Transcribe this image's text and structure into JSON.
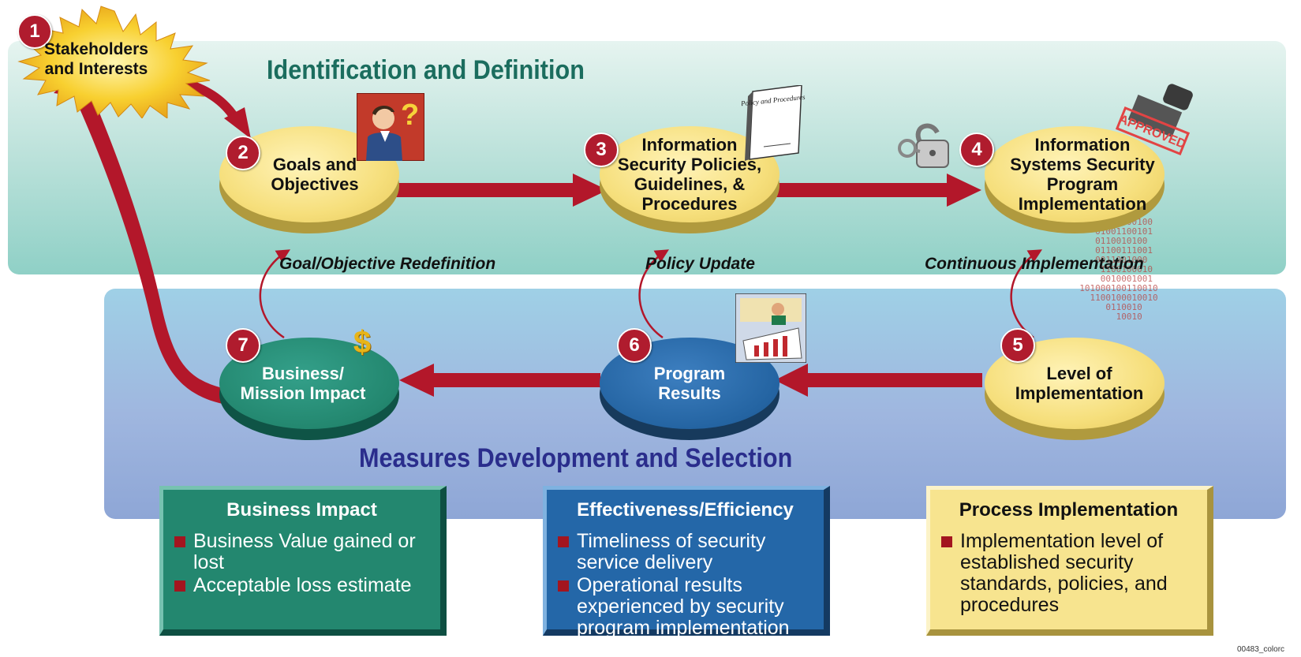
{
  "bands": {
    "top_title": "Identification and Definition",
    "bottom_title": "Measures Development and Selection"
  },
  "stakeholders": {
    "number": "1",
    "label": "Stakeholders and Interests"
  },
  "nodes": [
    {
      "number": "2",
      "label": "Goals and Objectives"
    },
    {
      "number": "3",
      "label": "Information Security Policies, Guidelines, & Procedures"
    },
    {
      "number": "4",
      "label": "Information Systems Security Program Implementation"
    },
    {
      "number": "5",
      "label": "Level of Implementation"
    },
    {
      "number": "6",
      "label": "Program Results"
    },
    {
      "number": "7",
      "label": "Business/ Mission Impact"
    }
  ],
  "feedback_labels": {
    "goal": "Goal/Objective Redefinition",
    "policy": "Policy Update",
    "continuous": "Continuous Implementation"
  },
  "icons": {
    "thinker": "thinking-person-question-icon",
    "policy_doc": "policy-document-icon",
    "policy_doc_text": "Policy and Procedures",
    "lock": "padlock-icon",
    "stamp": "approved-stamp-icon",
    "stamp_text": "APPROVED",
    "dollar": "dollar-icon",
    "chart": "results-chart-icon"
  },
  "boxes": [
    {
      "title": "Business Impact",
      "items": [
        "Business Value gained or lost",
        "Acceptable loss estimate"
      ]
    },
    {
      "title": "Effectiveness/Efficiency",
      "items": [
        "Timeliness of security service delivery",
        "Operational results experienced by security program implementation"
      ]
    },
    {
      "title": "Process Implementation",
      "items": [
        "Implementation level of established security standards, policies, and procedures"
      ]
    }
  ],
  "footnote": "00483_colorc",
  "colors": {
    "arrow": "#b3172a",
    "number_badge": "#b01c2e",
    "teal_title": "#1b6d5e",
    "navy_title": "#2a2d8c"
  }
}
